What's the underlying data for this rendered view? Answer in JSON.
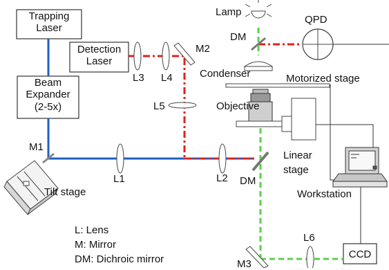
{
  "boxes": {
    "trapping_laser": [
      "Trapping",
      "Laser"
    ],
    "detection_laser": [
      "Detection",
      "Laser"
    ],
    "beam_expander": [
      "Beam",
      "Expander",
      "(2-5x)"
    ],
    "ccd": "CCD"
  },
  "labels": {
    "lamp": "Lamp",
    "qpd": "QPD",
    "dm_top": "DM",
    "m2": "M2",
    "l3": "L3",
    "l4": "L4",
    "condenser": "Condenser",
    "motorized_stage": "Motorized stage",
    "l5": "L5",
    "objective": "Objective",
    "m1": "M1",
    "l1": "L1",
    "l2": "L2",
    "dm_bottom": "DM",
    "linear_stage": [
      "Linear",
      "stage"
    ],
    "tilt_stage": "Tilt stage",
    "workstation": "Workstation",
    "l6": "L6",
    "m3": "M3"
  },
  "legend": [
    "L: Lens",
    "M: Mirror",
    "DM: Dichroic mirror"
  ],
  "colors": {
    "trapping_beam": "#1f5fbf",
    "detection_beam": "#e0201c",
    "imaging_beam": "#5ccf4a",
    "outline": "#333333"
  },
  "icons": [
    "lamp-icon",
    "qpd-icon",
    "objective-icon",
    "workstation-icon",
    "tilt-stage-camera-icon"
  ]
}
